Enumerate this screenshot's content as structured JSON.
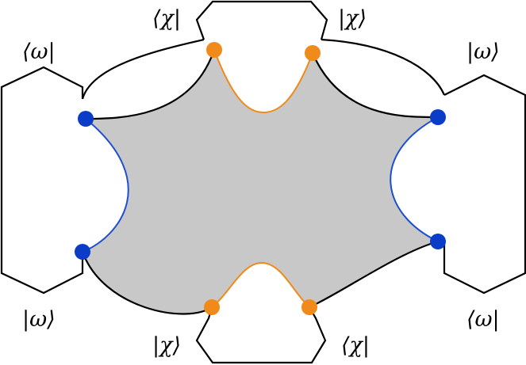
{
  "labels": {
    "top_left_chi": "⟨χ|",
    "top_right_chi": "|χ⟩",
    "upper_left_omega": "⟨ω|",
    "upper_right_omega": "|ω⟩",
    "lower_left_omega": "|ω⟩",
    "lower_right_omega": "⟨ω|",
    "bottom_left_chi": "|χ⟩",
    "bottom_right_chi": "⟨χ|"
  },
  "colors": {
    "region_fill": "#c8c8c8",
    "outline": "#000000",
    "blue_curve": "#1f4fd1",
    "blue_dot": "#0a3cc8",
    "orange_curve": "#f08a1a",
    "orange_dot": "#f08a1a"
  }
}
